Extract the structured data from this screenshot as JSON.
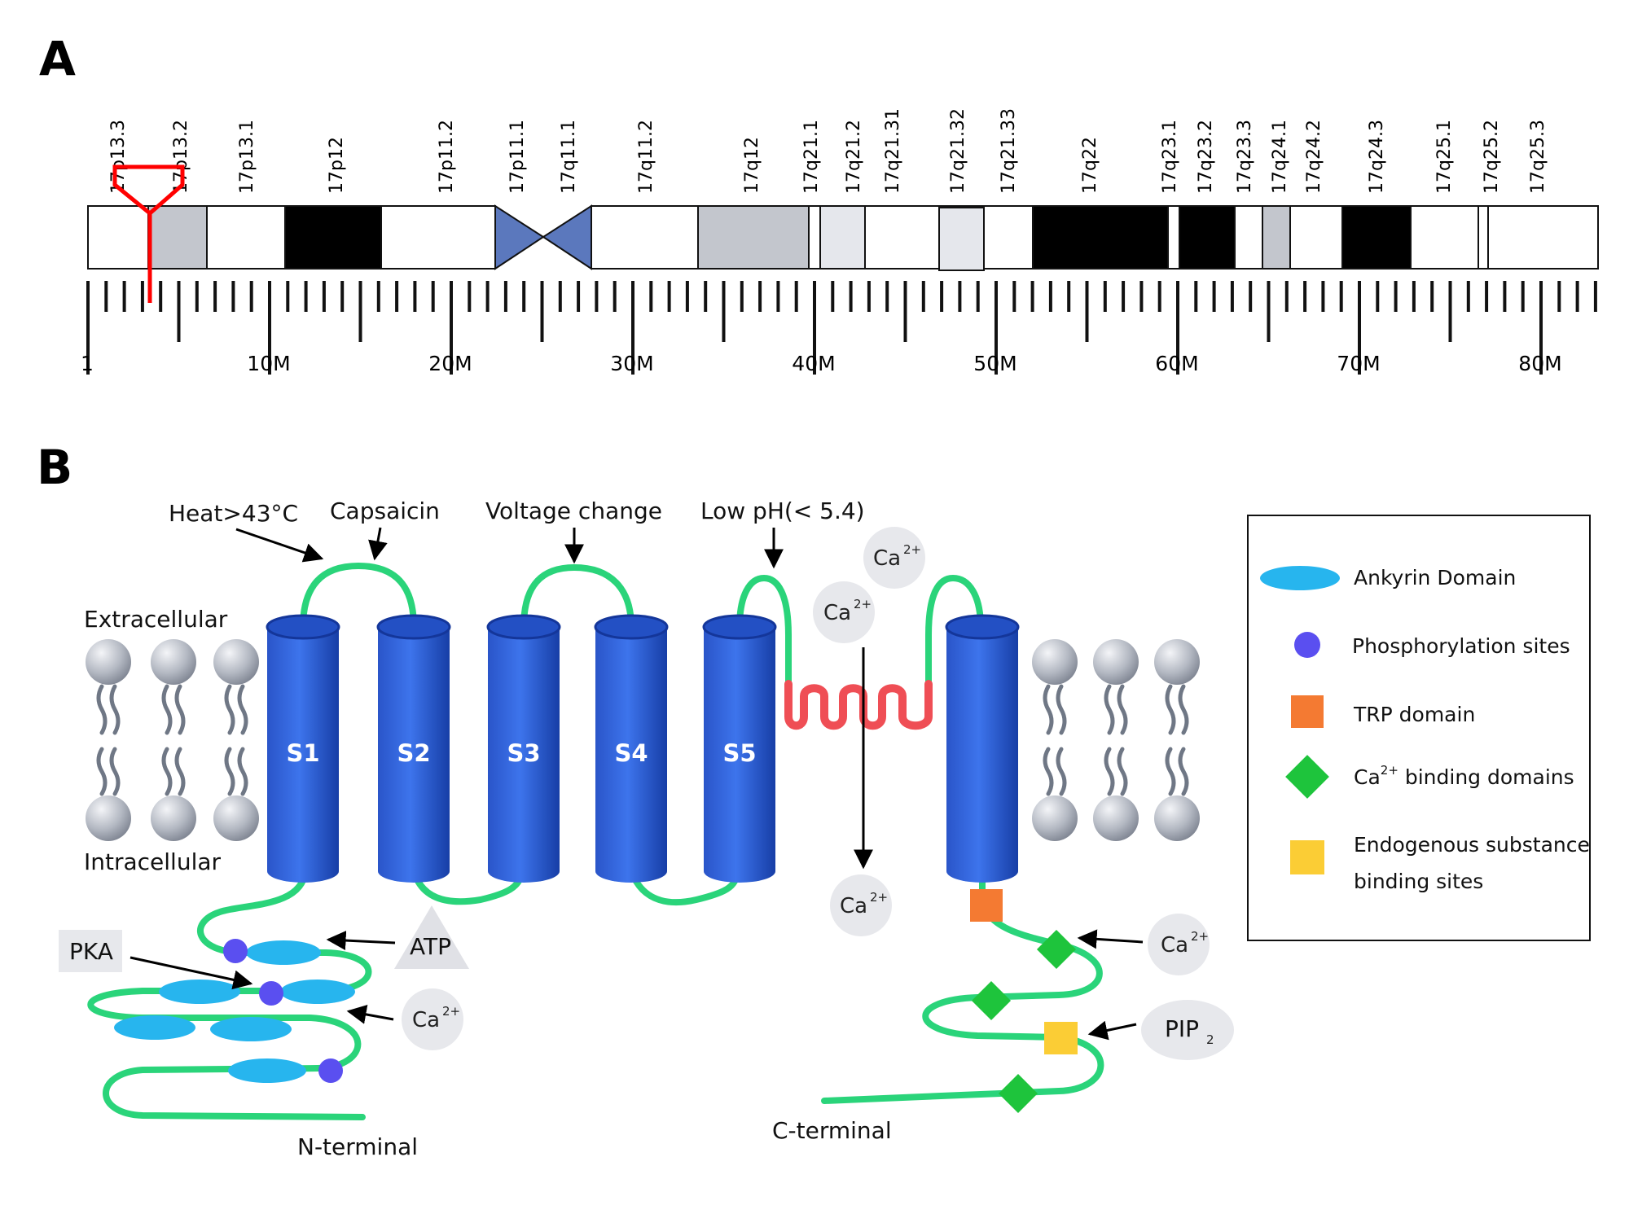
{
  "panels": {
    "a": "A",
    "b": "B"
  },
  "chromosome": {
    "bands": [
      "17p13.3",
      "17p13.2",
      "17p13.1",
      "17p12",
      "17p11.2",
      "17p11.1",
      "17q11.1",
      "17q11.2",
      "17q12",
      "17q21.1",
      "17q21.2",
      "17q21.31",
      "17q21.32",
      "17q21.33",
      "17q22",
      "17q23.1",
      "17q23.2",
      "17q23.3",
      "17q24.1",
      "17q24.2",
      "17q24.3",
      "17q25.1",
      "17q25.2",
      "17q25.3"
    ],
    "positions": [
      "1",
      "10M",
      "20M",
      "30M",
      "40M",
      "50M",
      "60M",
      "70M",
      "80M"
    ]
  },
  "labels": {
    "heat": "Heat>43°C",
    "capsaicin": "Capsaicin",
    "voltage": "Voltage change",
    "lowph": "Low pH(< 5.4)",
    "extracellular": "Extracellular",
    "intracellular": "Intracellular",
    "pka": "PKA",
    "atp": "ATP",
    "nterm": "N-terminal",
    "cterm": "C-terminal",
    "pip": "PIP",
    "pip_sub": "2",
    "ca": "Ca",
    "ca_sup": "2+"
  },
  "segments": [
    "S1",
    "S2",
    "S3",
    "S4",
    "S5"
  ],
  "legend": {
    "ankyrin": "Ankyrin Domain",
    "phos": "Phosphorylation sites",
    "trp": "TRP domain",
    "ca_pre": "Ca",
    "ca_sup": "2+",
    "ca_post": " binding domains",
    "endo1": "Endogenous substance",
    "endo2": "binding sites"
  },
  "colors": {
    "centromere": "#5b78bd",
    "helix": "#2f5fd6",
    "loop": "#2ad47a",
    "pore": "#ef4e55",
    "ankyrin": "#27b5ee",
    "phos": "#5a4ff0",
    "trp": "#f47a32",
    "ca_binding": "#1ec43c",
    "endogenous": "#fbcd35",
    "marker": "#ff0000"
  }
}
